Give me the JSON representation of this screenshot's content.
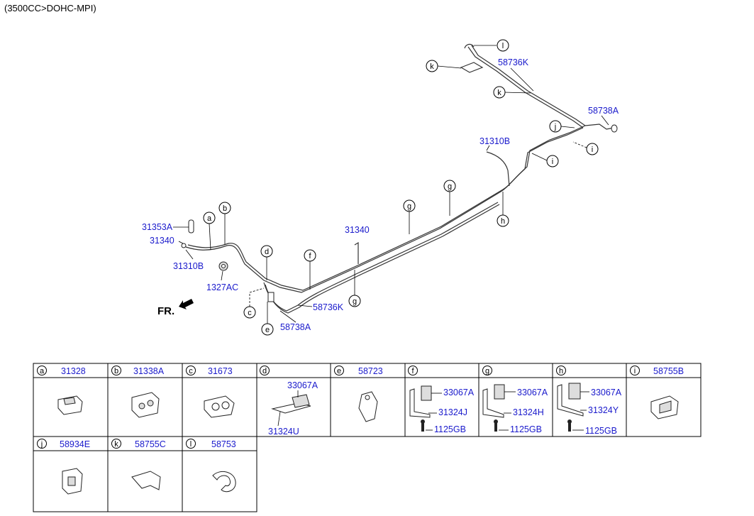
{
  "header": {
    "engine": "(3500CC>DOHC-MPI)"
  },
  "front_label": "FR.",
  "callouts": {
    "k_top": "k",
    "k_mid": "k",
    "l": "l",
    "j": "j",
    "i_right": "i",
    "i_mid": "i",
    "a": "a",
    "b": "b",
    "c": "c",
    "d": "d",
    "e": "e",
    "f": "f",
    "g_mid": "g",
    "g_right": "g",
    "g_low": "g",
    "h": "h"
  },
  "parts": {
    "p58736K_top": "58736K",
    "p58738A_right": "58738A",
    "p31310B_right": "31310B",
    "p31353A": "31353A",
    "p31340_left": "31340",
    "p31310B_left": "31310B",
    "p1327AC": "1327AC",
    "p31340_mid": "31340",
    "p58736K_low": "58736K",
    "p58738A_low": "58738A"
  },
  "table": {
    "row1": [
      {
        "letter": "a",
        "code": "31328"
      },
      {
        "letter": "b",
        "code": "31338A"
      },
      {
        "letter": "c",
        "code": "31673"
      },
      {
        "letter": "d",
        "code": ""
      },
      {
        "letter": "e",
        "code": "58723"
      },
      {
        "letter": "f",
        "code": ""
      },
      {
        "letter": "g",
        "code": ""
      },
      {
        "letter": "h",
        "code": ""
      },
      {
        "letter": "i",
        "code": "58755B"
      }
    ],
    "row2": [
      {
        "letter": "j",
        "code": "58934E"
      },
      {
        "letter": "k",
        "code": "58755C"
      },
      {
        "letter": "l",
        "code": "58753"
      }
    ],
    "d_parts": {
      "upper": "33067A",
      "lower": "31324U"
    },
    "f_parts": {
      "upper": "33067A",
      "mid": "31324J",
      "bolt": "1125GB"
    },
    "g_parts": {
      "upper": "33067A",
      "mid": "31324H",
      "bolt": "1125GB"
    },
    "h_parts": {
      "upper": "33067A",
      "mid": "31324Y",
      "bolt": "1125GB"
    }
  }
}
